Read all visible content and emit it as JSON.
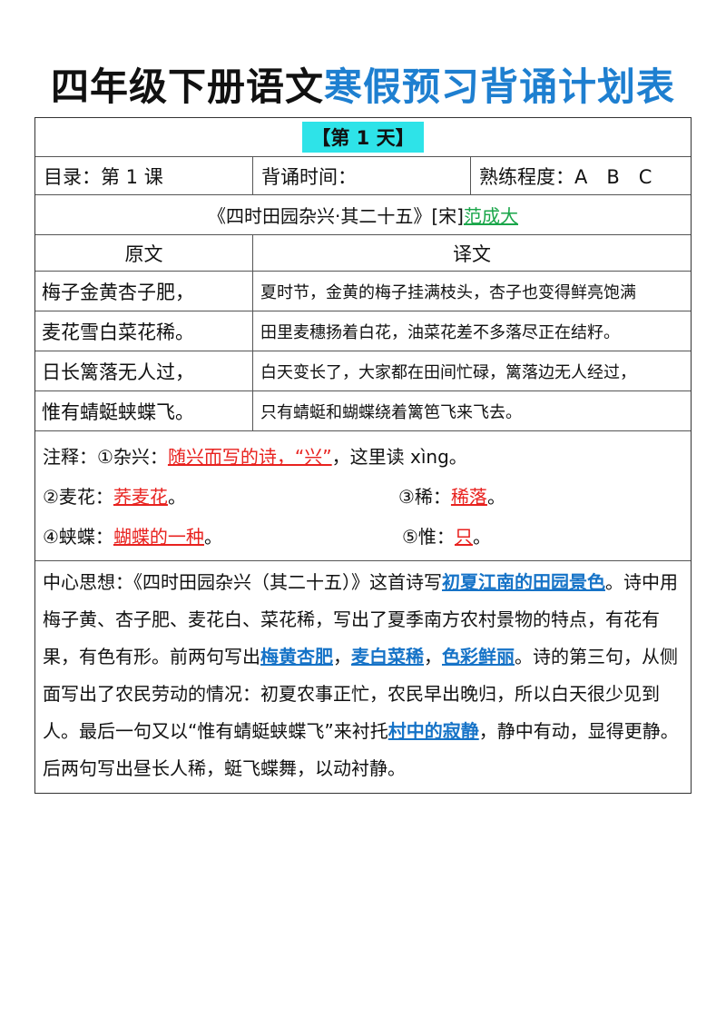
{
  "title": {
    "part1": "四年级下册语文",
    "part2": "寒假预习背诵计划表"
  },
  "day": {
    "label": "【第 1 天】"
  },
  "info": {
    "catalog": "目录：第 1 课",
    "recite_time": "背诵时间：",
    "proficiency": "熟练程度：A　B　C"
  },
  "poem": {
    "title": "《四时田园杂兴·其二十五》[宋]",
    "author": "范成大"
  },
  "headers": {
    "original": "原文",
    "translation": "译文"
  },
  "lines": [
    {
      "original": "梅子金黄杏子肥，",
      "translation": "夏时节，金黄的梅子挂满枝头，杏子也变得鲜亮饱满"
    },
    {
      "original": "麦花雪白菜花稀。",
      "translation": "田里麦穗扬着白花，油菜花差不多落尽正在结籽。"
    },
    {
      "original": "日长篱落无人过，",
      "translation": "白天变长了，大家都在田间忙碌，篱落边无人经过，"
    },
    {
      "original": "惟有蜻蜓蛱蝶飞。",
      "translation": "只有蜻蜓和蝴蝶绕着篱笆飞来飞去。"
    }
  ],
  "notes": {
    "n1_prefix": "注释：①杂兴：",
    "n1_def": "随兴而写的诗，“兴”",
    "n1_suffix": "，这里读 xìng。",
    "n2_term": "②麦花：",
    "n2_def": "荞麦花",
    "n2_end": "。",
    "n3_term": "③稀：",
    "n3_def": "稀落",
    "n3_end": "。",
    "n4_term": "④蛱蝶：",
    "n4_def": "蝴蝶的一种",
    "n4_end": "。",
    "n5_term": "⑤惟：",
    "n5_def": "只",
    "n5_end": "。"
  },
  "summary": {
    "s1": "中心思想：《四时田园杂兴（其二十五）》这首诗写",
    "h1": "初夏江南的田园景色",
    "s2": "。诗中用梅子黄、杏子肥、麦花白、菜花稀，写出了夏季南方农村景物的特点，有花有果，有色有形。前两句写出",
    "h2": "梅黄杏肥",
    "s3": "，",
    "h3": "麦白菜稀",
    "s4": "，",
    "h4": "色彩鲜丽",
    "s5": "。诗的第三句，从侧面写出了农民劳动的情况：初夏农事正忙，农民早出晚归，所以白天很少见到人。最后一句又以“惟有蜻蜓蛱蝶飞”来衬托",
    "h5": "村中的寂静",
    "s6": "，静中有动，显得更静。后两句写出昼长人稀，蜓飞蝶舞，以动衬静。"
  },
  "colors": {
    "title_accent": "#1e7fd0",
    "day_badge": "#2ee3e8",
    "author": "#1aa64a",
    "note_red": "#e8221f",
    "highlight_blue": "#1673c7"
  }
}
